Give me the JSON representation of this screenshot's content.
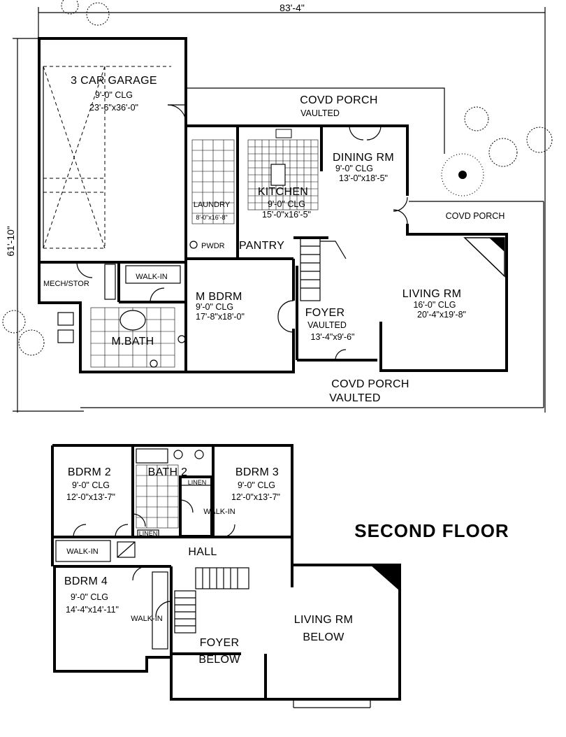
{
  "dimensions": {
    "width_label": "83'-4\"",
    "depth_label": "61'-10\""
  },
  "first_floor": {
    "garage": {
      "name": "3 CAR GARAGE",
      "ceiling": "9'-0\" CLG",
      "size": "23'-6\"x36'-0\""
    },
    "porch_top": {
      "name": "COVD PORCH",
      "note": "VAULTED"
    },
    "porch_right": {
      "name": "COVD PORCH"
    },
    "porch_bottom": {
      "name": "COVD PORCH",
      "note": "VAULTED"
    },
    "dining": {
      "name": "DINING RM",
      "ceiling": "9'-0\" CLG",
      "size": "13'-0\"x18'-5\""
    },
    "kitchen": {
      "name": "KITCHEN",
      "ceiling": "9'-0\" CLG",
      "size": "15'-0\"x16'-5\""
    },
    "laundry": {
      "name": "LAUNDRY",
      "size": "8'-0\"x16'-8\""
    },
    "pwdr": {
      "name": "PWDR"
    },
    "pantry": {
      "name": "PANTRY"
    },
    "mech": {
      "name": "MECH/STOR"
    },
    "walkin": {
      "name": "WALK-IN"
    },
    "mbath": {
      "name": "M.BATH"
    },
    "mbdrm": {
      "name": "M BDRM",
      "ceiling": "9'-0\" CLG",
      "size": "17'-8\"x18'-0\""
    },
    "foyer": {
      "name": "FOYER",
      "note": "VAULTED",
      "size": "13'-4\"x9'-6\""
    },
    "living": {
      "name": "LIVING RM",
      "ceiling": "16'-0\" CLG",
      "size": "20'-4\"x19'-8\""
    }
  },
  "second_floor": {
    "title": "SECOND FLOOR",
    "bdrm2": {
      "name": "BDRM 2",
      "ceiling": "9'-0\" CLG",
      "size": "12'-0\"x13'-7\""
    },
    "bath2": {
      "name": "BATH 2"
    },
    "linen_a": {
      "name": "LINEN"
    },
    "linen_b": {
      "name": "LINEN"
    },
    "bdrm3": {
      "name": "BDRM 3",
      "ceiling": "9'-0\" CLG",
      "size": "12'-0\"x13'-7\""
    },
    "walkin3": {
      "name": "WALK-IN"
    },
    "walkin2": {
      "name": "WALK-IN"
    },
    "hall": {
      "name": "HALL"
    },
    "bdrm4": {
      "name": "BDRM 4",
      "ceiling": "9'-0\" CLG",
      "size": "14'-4\"x14'-11\""
    },
    "walkin4": {
      "name": "WALK-IN"
    },
    "foyer_below": {
      "name": "FOYER",
      "note": "BELOW"
    },
    "living_below": {
      "name": "LIVING RM",
      "note": "BELOW"
    }
  }
}
